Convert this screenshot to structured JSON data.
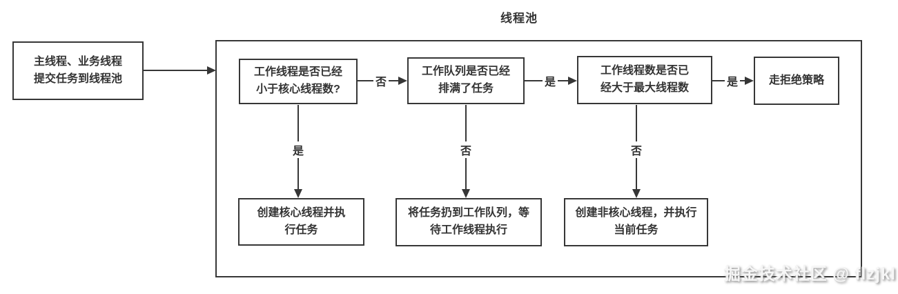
{
  "title": "线程池",
  "nodes": {
    "start": {
      "text": "主线程、业务线程\n提交任务到线程池"
    },
    "d1": {
      "text": "工作线程是否已经\n小于核心线程数?"
    },
    "d2": {
      "text": "工作队列是否已经\n排满了任务"
    },
    "d3": {
      "text": "工作线程数是否已\n经大于最大线程数"
    },
    "reject": {
      "text": "走拒绝策略"
    },
    "a1": {
      "text": "创建核心线程并执\n行任务"
    },
    "a2": {
      "text": "将任务扔到工作队列，等\n待工作线程执行"
    },
    "a3": {
      "text": "创建非核心线程，并执行\n当前任务"
    }
  },
  "edges": {
    "d1_d2": {
      "label": "否"
    },
    "d2_d3": {
      "label": "是"
    },
    "d3_reject": {
      "label": "是"
    },
    "d1_a1": {
      "label": "是"
    },
    "d2_a2": {
      "label": "否"
    },
    "d3_a3": {
      "label": "否"
    }
  },
  "watermark": "掘金技术社区 @ flzjkl",
  "colors": {
    "stroke": "#363636",
    "text": "#333333",
    "background": "#ffffff"
  }
}
